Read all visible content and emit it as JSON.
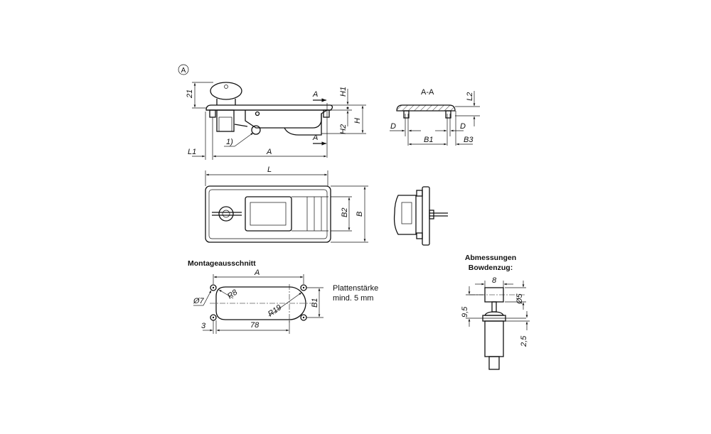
{
  "view_marker": "A",
  "side_view": {
    "dim_21": "21",
    "H1": "H1",
    "H": "H",
    "H2": "H2",
    "section_a_top": "A",
    "section_a_bottom": "A",
    "note": "1)",
    "L1": "L1",
    "A": "A"
  },
  "section_view": {
    "title": "A-A",
    "L2": "L2",
    "D_left": "D",
    "D_right": "D",
    "B1": "B1",
    "B3": "B3"
  },
  "top_view": {
    "L": "L",
    "B2": "B2",
    "B": "B"
  },
  "cutout": {
    "title": "Montageausschnitt",
    "A": "A",
    "hole_dia": "Ø7",
    "R8": "R8",
    "R19": "R19",
    "B1": "B1",
    "dim_3": "3",
    "dim_78": "78"
  },
  "plate_note": {
    "line1": "Plattenstärke",
    "line2": "mind. 5 mm"
  },
  "bowden": {
    "title_line1": "Abmessungen",
    "title_line2": "Bowdenzug:",
    "dim_8": "8",
    "dim_d5": "Ø5",
    "dim_9_5": "9,5",
    "dim_2_5": "2,5"
  }
}
